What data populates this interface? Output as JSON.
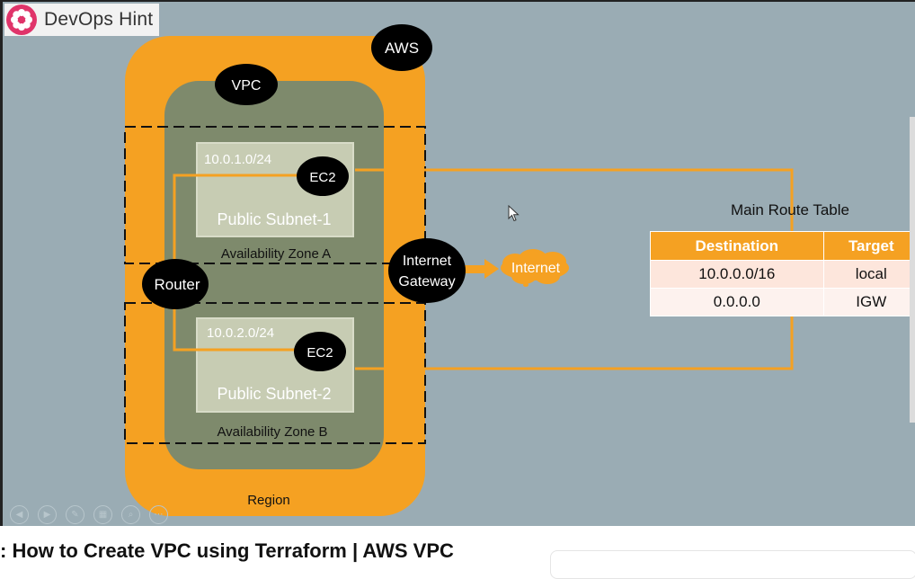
{
  "logo": {
    "brand_name": "DevOps Hint",
    "icon": "gear-flower-icon",
    "color": "#e0346a"
  },
  "diagram": {
    "region_label": "Region",
    "aws_label": "AWS",
    "vpc_label": "VPC",
    "router_label": "Router",
    "gateway_line1": "Internet",
    "gateway_line2": "Gateway",
    "internet_label": "Internet",
    "zone_a": {
      "label": "Availability Zone A",
      "subnet_cidr": "10.0.1.0/24",
      "subnet_name": "Public Subnet-1",
      "instance": "EC2"
    },
    "zone_b": {
      "label": "Availability Zone B",
      "subnet_cidr": "10.0.2.0/24",
      "subnet_name": "Public Subnet-2",
      "instance": "EC2"
    }
  },
  "route_table": {
    "title": "Main Route Table",
    "headers": [
      "Destination",
      "Target"
    ],
    "rows": [
      [
        "10.0.0.0/16",
        "local"
      ],
      [
        "0.0.0.0",
        "IGW"
      ]
    ]
  },
  "video": {
    "title": ": How to Create VPC using Terraform | AWS VPC"
  },
  "colors": {
    "orange": "#f5a122",
    "background": "#9aacb4",
    "vpc_green": "#7e8a6c",
    "subnet": "#c7ccb3"
  }
}
